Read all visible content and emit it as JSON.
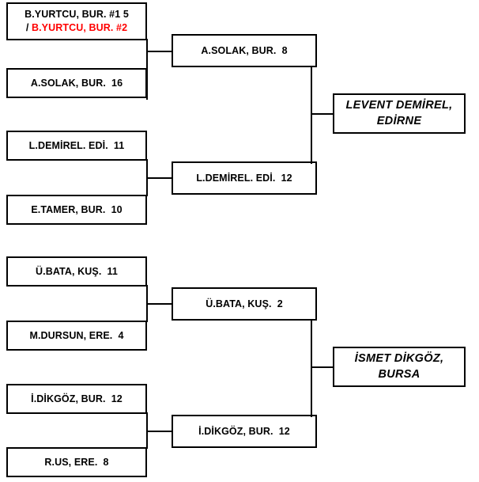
{
  "title": "Tournament Bracket",
  "colors": {
    "border": "#000000",
    "text": "#000000",
    "highlight": "#ff0000",
    "background": "#ffffff"
  },
  "bracket": {
    "round1": [
      {
        "id": "r1-m1-p1",
        "line1": "B.YURTCU, BUR. #1 5",
        "line2_slash": "/ ",
        "line2": "B.YURTCU, BUR. #2",
        "two_line": true
      },
      {
        "id": "r1-m1-p2",
        "line1": "A.SOLAK, BUR.  16",
        "two_line": false
      },
      {
        "id": "r1-m2-p1",
        "line1": "L.DEMİREL. EDİ.  11",
        "two_line": false
      },
      {
        "id": "r1-m2-p2",
        "line1": "E.TAMER, BUR.  10",
        "two_line": false
      },
      {
        "id": "r1-m3-p1",
        "line1": "Ü.BATA, KUŞ.  11",
        "two_line": false
      },
      {
        "id": "r1-m3-p2",
        "line1": "M.DURSUN, ERE.  4",
        "two_line": false
      },
      {
        "id": "r1-m4-p1",
        "line1": "İ.DİKGÖZ, BUR.  12",
        "two_line": false
      },
      {
        "id": "r1-m4-p2",
        "line1": "R.US, ERE.  8",
        "two_line": false
      }
    ],
    "round2": [
      {
        "id": "r2-m1",
        "label": "A.SOLAK, BUR.  8"
      },
      {
        "id": "r2-m2",
        "label": "L.DEMİREL. EDİ.  12"
      },
      {
        "id": "r2-m3",
        "label": "Ü.BATA, KUŞ.  2"
      },
      {
        "id": "r2-m4",
        "label": "İ.DİKGÖZ, BUR.  12"
      }
    ],
    "finals": [
      {
        "id": "final-top",
        "line1": "LEVENT DEMİREL,",
        "line2": "EDİRNE"
      },
      {
        "id": "final-bottom",
        "line1": "İSMET DİKGÖZ,",
        "line2": "BURSA"
      }
    ]
  }
}
